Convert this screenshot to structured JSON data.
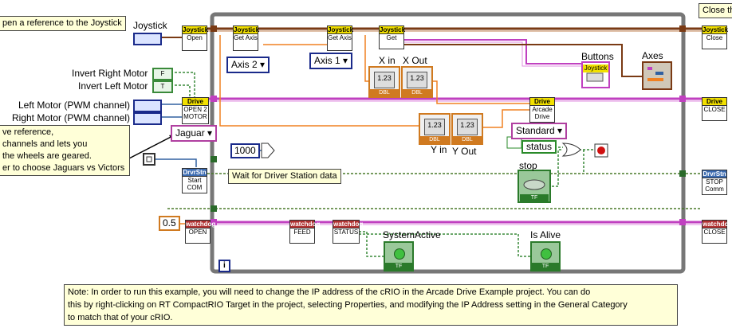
{
  "notes": {
    "top_left": "pen a reference to the Joystick",
    "top_right": "Close th",
    "left_lines": [
      "ve reference,",
      "channels and lets you",
      "the wheels are geared.",
      "er to choose Jaguars vs Victors"
    ],
    "wait": "Wait for Driver Station data",
    "bottom_lines": [
      "Note:  In order to run this example, you will need to change the IP address of the cRIO in the Arcade Drive Example project.  You can do",
      "this by right-clicking on RT CompactRIO Target in the project, selecting Properties, and modifying the IP Address setting in the General Category",
      "to match that of your cRIO."
    ]
  },
  "labels": {
    "joystick": "Joystick",
    "invert_right": "Invert Right Motor",
    "invert_left": "Invert Left Motor",
    "left_motor": "Left Motor (PWM channel)",
    "right_motor": "Right Motor (PWM channel)",
    "x_in": "X in",
    "x_out": "X Out",
    "y_in": "Y in",
    "y_out": "Y Out",
    "buttons": "Buttons",
    "axes": "Axes",
    "stop": "stop",
    "system_active": "SystemActive",
    "is_alive": "Is Alive"
  },
  "rings": {
    "axis2": "Axis 2",
    "axis1": "Axis 1",
    "jaguar": "Jaguar",
    "standard": "Standard",
    "status": "status"
  },
  "constants": {
    "wait_ms": "1000",
    "watchdog_timeout": "0.5",
    "bool_f": "F",
    "bool_t": "T",
    "loop_iter": "i",
    "numeric": "1.23",
    "dbl": "DBL",
    "tf": "TF"
  },
  "vis": {
    "joy_open": {
      "header": "Joystick",
      "body": "Open"
    },
    "joy_get_axis_1": {
      "header": "Joystick",
      "body": "Get Axis"
    },
    "joy_get_axis_2": {
      "header": "Joystick",
      "body": "Get Axis"
    },
    "joy_get": {
      "header": "Joystick",
      "body": "Get"
    },
    "joy_close": {
      "header": "Joystick",
      "body": "Close"
    },
    "drive_open": {
      "header": "Drive",
      "body": "OPEN 2 MOTOR"
    },
    "drive_arcade": {
      "header": "Drive",
      "body": "Arcade Drive"
    },
    "drive_close": {
      "header": "Drive",
      "body": "CLOSE"
    },
    "dstn_start": {
      "header": "DrvrStn",
      "body": "Start COM"
    },
    "dstn_stop": {
      "header": "DrvrStn",
      "body": "STOP Comm"
    },
    "wd_open": {
      "header": "watchdog",
      "body": "OPEN"
    },
    "wd_feed": {
      "header": "watchdog",
      "body": "FEED"
    },
    "wd_status": {
      "header": "watchdog",
      "body": "STATUS"
    },
    "wd_close": {
      "header": "watchdog",
      "body": "CLOSE"
    },
    "joystick_indicator": {
      "header": "Joystick",
      "body": ""
    }
  }
}
